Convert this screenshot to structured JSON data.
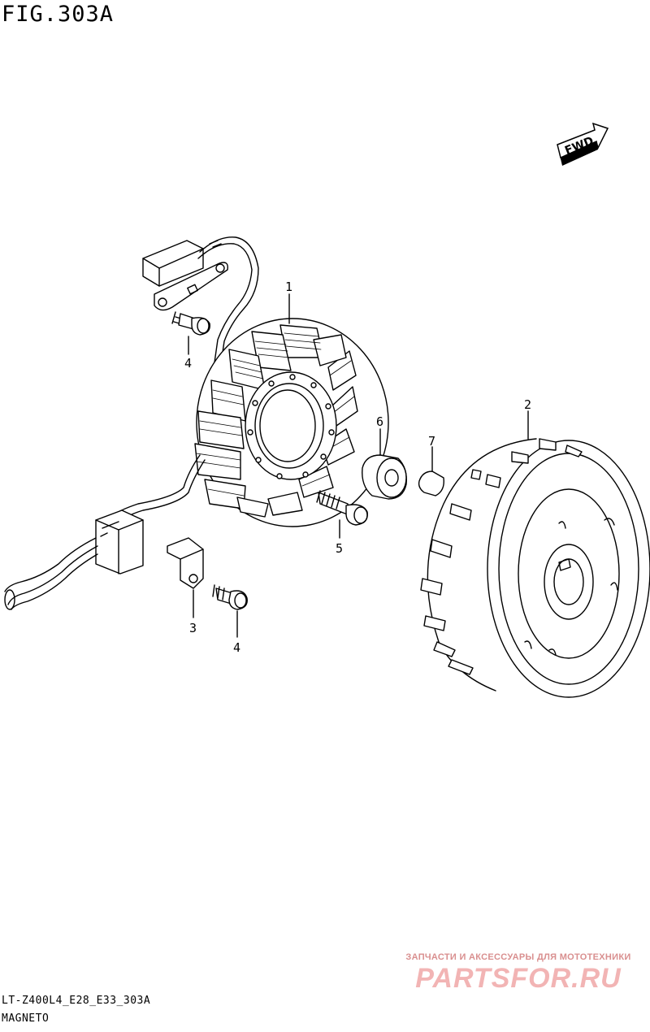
{
  "figure": {
    "title": "FIG.303A"
  },
  "direction_badge": {
    "label": "FWD"
  },
  "callouts": [
    {
      "id": "1",
      "label": "1"
    },
    {
      "id": "2",
      "label": "2"
    },
    {
      "id": "3",
      "label": "3"
    },
    {
      "id": "4a",
      "label": "4"
    },
    {
      "id": "4b",
      "label": "4"
    },
    {
      "id": "5",
      "label": "5"
    },
    {
      "id": "6",
      "label": "6"
    },
    {
      "id": "7",
      "label": "7"
    }
  ],
  "footer": {
    "code": "LT-Z400L4_E28_E33_303A",
    "name": "MAGNETO"
  },
  "watermark": {
    "tagline": "ЗАПЧАСТИ И АКСЕССУАРЫ ДЛЯ МОТОТЕХНИКИ",
    "logo": "PARTSFOR.RU"
  },
  "colors": {
    "line": "#000000",
    "watermark": "#f2b4b4"
  }
}
